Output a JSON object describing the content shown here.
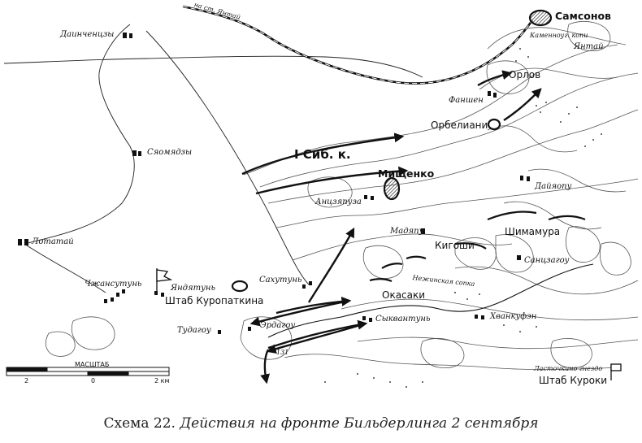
{
  "map": {
    "labels": {
      "railway_note": "на ст. Янтай",
      "dainchenzy": "Даинченцзы",
      "syaomyadzy": "Сяомядзы",
      "lotatai": "Лотатай",
      "chzhansutun": "Чжансутунь",
      "yandyatun": "Яндятунь",
      "hq_kuropatkin": "Штаб Куропаткина",
      "sakhutun": "Сахутунь",
      "tudagou": "Тудагоу",
      "erdagou": "Эрдагоу",
      "syk_vantun": "Сыквантунь",
      "okasaki": "Окасаки",
      "nezhinsk_sopka": "Нежинская сопка",
      "madyapu": "Мадяпу",
      "kigoshi": "Кигоши",
      "shimamura": "Шимамура",
      "sankhagou": "Санцзагоу",
      "khvankufyn": "Хванкуфэн",
      "lastochkino": "Ласточкино гнездо",
      "hq_kuroki": "Штаб Куроки",
      "anzyanpuza": "Анцзяпуза",
      "mishchenko": "Мищенко",
      "corps": "I Сиб. к.",
      "daiyapu": "Дайяопу",
      "orbeliani": "Орбелиани",
      "fanshen": "Фаншен",
      "orlov": "Орлов",
      "samsonov": "Самсонов",
      "mines": "Каменноуг. копи",
      "yantai": "Янтай",
      "num_131": "131"
    },
    "scale": {
      "title": "МАСШТАБ",
      "left": "2",
      "mid": "0",
      "right": "2 км"
    }
  },
  "caption": {
    "prefix": "Схема 22.",
    "title": "Действия на фронте Бильдерлинга 2 сентября"
  }
}
